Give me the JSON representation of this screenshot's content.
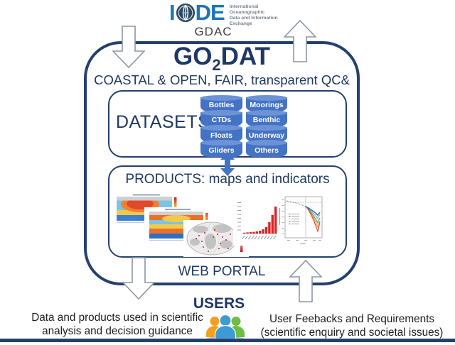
{
  "logo": {
    "letter_i": "I",
    "letters_de": "DE",
    "tagline_lines": [
      "International",
      "Oceanographic",
      "Data and Information",
      "Exchange"
    ],
    "gdac_label": "GDAC"
  },
  "main_box": {
    "title": {
      "prefix": "GO",
      "subscript": "2",
      "suffix": "DAT"
    },
    "subtitle": "COASTAL & OPEN, FAIR, transparent QC& QF",
    "datasets": {
      "label": "DATASETS",
      "columns": [
        [
          "Bottles",
          "CTDs",
          "Floats",
          "Gliders"
        ],
        [
          "Moorings",
          "Benthic",
          "Underway",
          "Others"
        ]
      ]
    },
    "products": {
      "label": "PRODUCTS: maps and indicators",
      "thumbnails": [
        "global-oxygen-map-thumbnail",
        "global-oxygen-map-2-thumbnail",
        "station-coverage-globe-thumbnail",
        "observations-growth-bar-chart-thumbnail",
        "oxygen-projection-scenarios-line-chart-thumbnail"
      ]
    },
    "web_portal_label": "WEB PORTAL"
  },
  "users_label": "USERS",
  "captions": {
    "left_line1": "Data and products used in scientific",
    "left_line2": "analysis and decision guidance",
    "right_line1": "User Feebacks and Requirements",
    "right_line2": "(scientific enquiry and societal issues)"
  },
  "colors": {
    "navy_text": "#1F3864",
    "box_border": "#24406E",
    "cylinder_blue": "#4472C4",
    "cylinder_top_blue": "#6B93D6",
    "logo_blue": "#1C75BC",
    "blue_arrow_fill": "#4472C4",
    "hollow_arrow_outline": "#8B95A5",
    "bar_chart_red": "#DD2222",
    "users_orange": "#F2A01E",
    "users_blue": "#3D9BD4",
    "users_green": "#6CBE45"
  }
}
